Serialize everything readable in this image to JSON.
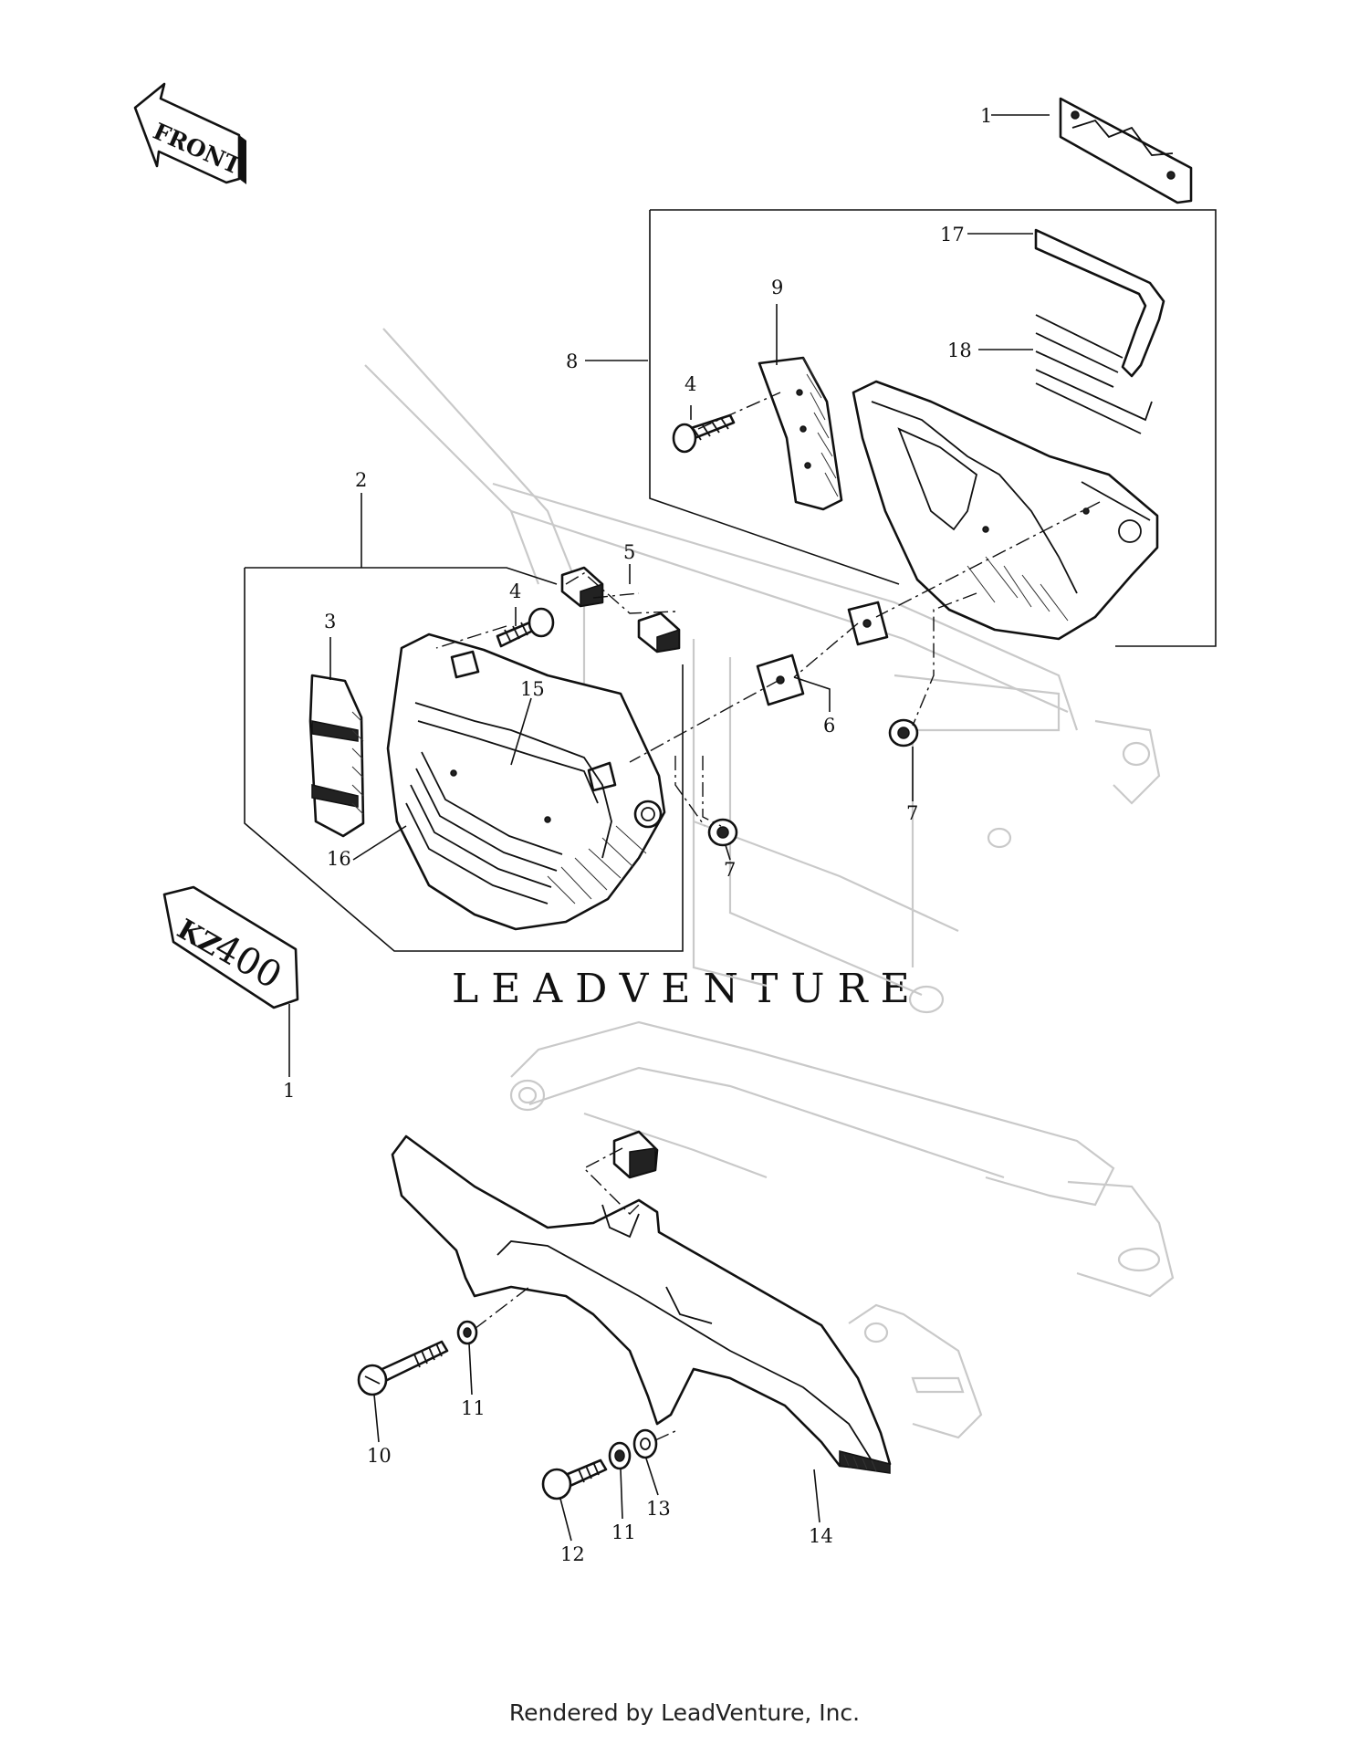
{
  "front_arrow": {
    "text": "FRONT"
  },
  "emblem": {
    "text_prefix": "KZ",
    "text_number": "400"
  },
  "watermark": {
    "text": "LEADVENTURE"
  },
  "footer": {
    "text": "Rendered by LeadVenture, Inc."
  },
  "callouts": [
    {
      "label": "1"
    },
    {
      "label": "17"
    },
    {
      "label": "9"
    },
    {
      "label": "8"
    },
    {
      "label": "4"
    },
    {
      "label": "18"
    },
    {
      "label": "2"
    },
    {
      "label": "5"
    },
    {
      "label": "3"
    },
    {
      "label": "4"
    },
    {
      "label": "15"
    },
    {
      "label": "6"
    },
    {
      "label": "7"
    },
    {
      "label": "16"
    },
    {
      "label": "7"
    },
    {
      "label": "1"
    },
    {
      "label": "11"
    },
    {
      "label": "10"
    },
    {
      "label": "13"
    },
    {
      "label": "11"
    },
    {
      "label": "12"
    },
    {
      "label": "14"
    }
  ]
}
